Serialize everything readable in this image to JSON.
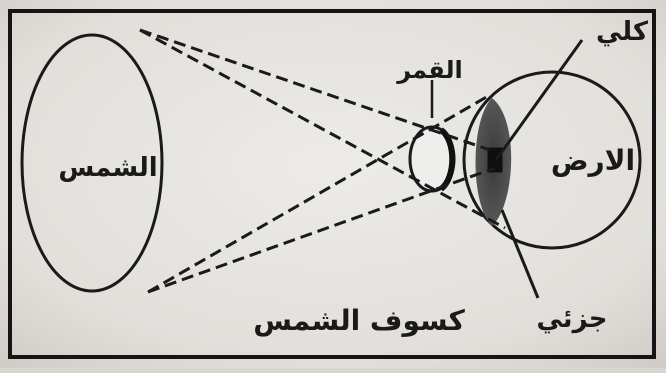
{
  "diagram": {
    "title": "كسوف الشمس",
    "labels": {
      "sun": "الشمس",
      "moon": "القمر",
      "earth": "الارض",
      "total": "كلي",
      "partial": "جزئي"
    }
  }
}
